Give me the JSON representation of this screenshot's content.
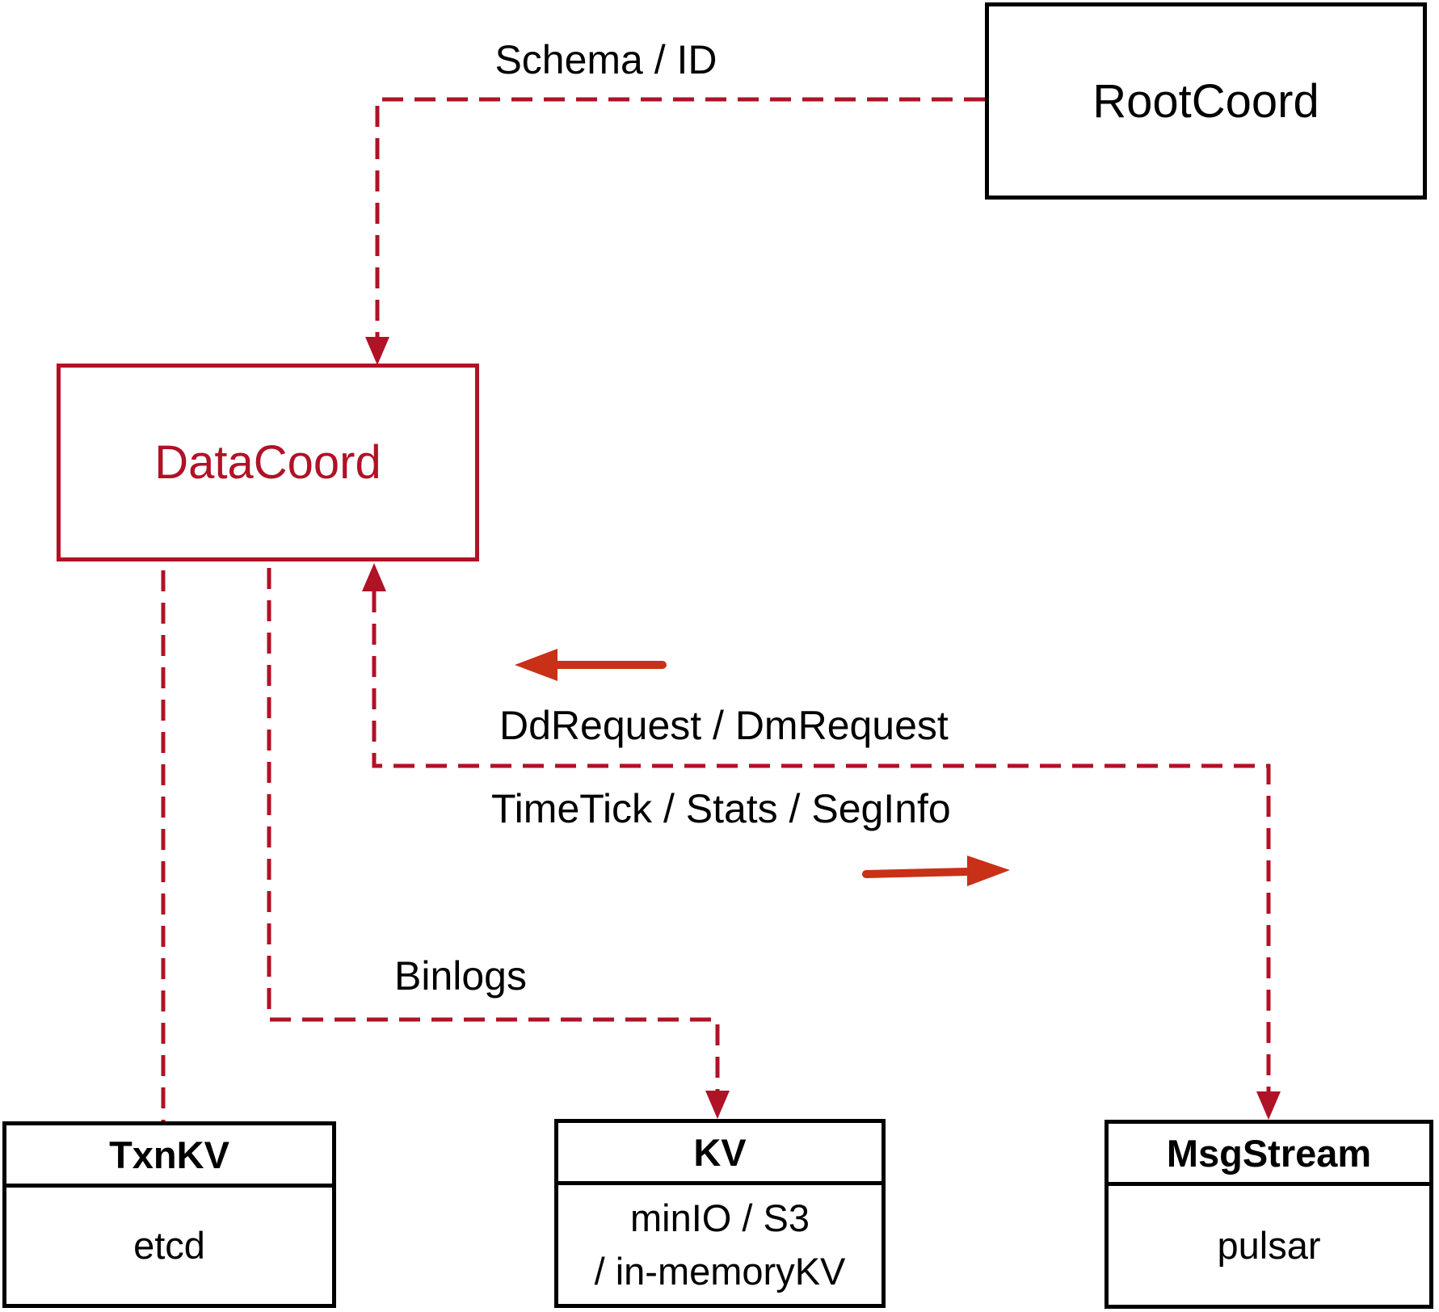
{
  "colors": {
    "crimson": "#B01226",
    "arrow_red": "#C93018",
    "ink": "#000000",
    "background": "#FFFFFF"
  },
  "nodes": {
    "rootcoord": {
      "label": "RootCoord"
    },
    "datacoord": {
      "label": "DataCoord"
    },
    "txnkv": {
      "header": "TxnKV",
      "body": "etcd"
    },
    "kv": {
      "header": "KV",
      "body_line1": "minIO / S3",
      "body_line2": "/ in-memoryKV"
    },
    "msgstream": {
      "header": "MsgStream",
      "body": "pulsar"
    }
  },
  "edge_labels": {
    "schema_id": "Schema / ID",
    "dd_dm_request": "DdRequest / DmRequest",
    "timetick_stats_seginfo": "TimeTick / Stats / SegInfo",
    "binlogs": "Binlogs"
  }
}
